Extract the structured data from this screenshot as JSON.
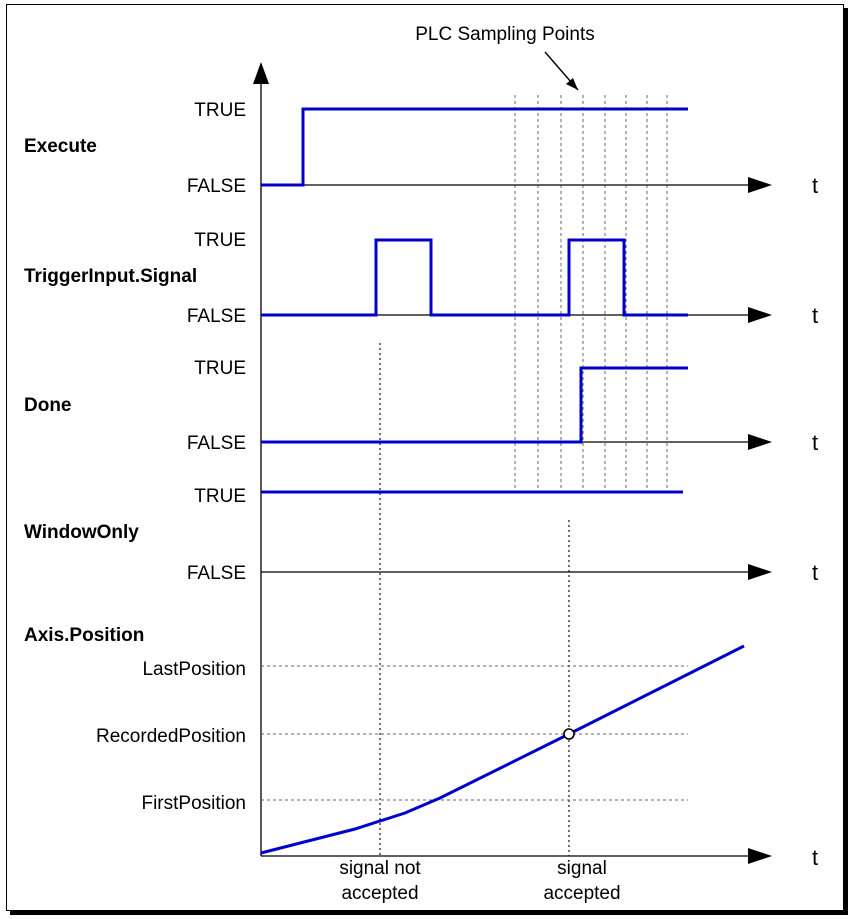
{
  "title": "PLC Sampling Points",
  "time_label": "t",
  "signals": {
    "execute": {
      "name": "Execute",
      "true_label": "TRUE",
      "false_label": "FALSE"
    },
    "trigger": {
      "name": "TriggerInput.Signal",
      "true_label": "TRUE",
      "false_label": "FALSE"
    },
    "done": {
      "name": "Done",
      "true_label": "TRUE",
      "false_label": "FALSE"
    },
    "window": {
      "name": "WindowOnly",
      "true_label": "TRUE",
      "false_label": "FALSE"
    }
  },
  "position": {
    "name": "Axis.Position",
    "last": "LastPosition",
    "recorded": "RecordedPosition",
    "first": "FirstPosition"
  },
  "annotations": {
    "not_accepted_l1": "signal not",
    "not_accepted_l2": "accepted",
    "accepted_l1": "signal",
    "accepted_l2": "accepted"
  },
  "colors": {
    "signal": "#0000cc",
    "axis": "#000000",
    "guide": "#666666"
  }
}
